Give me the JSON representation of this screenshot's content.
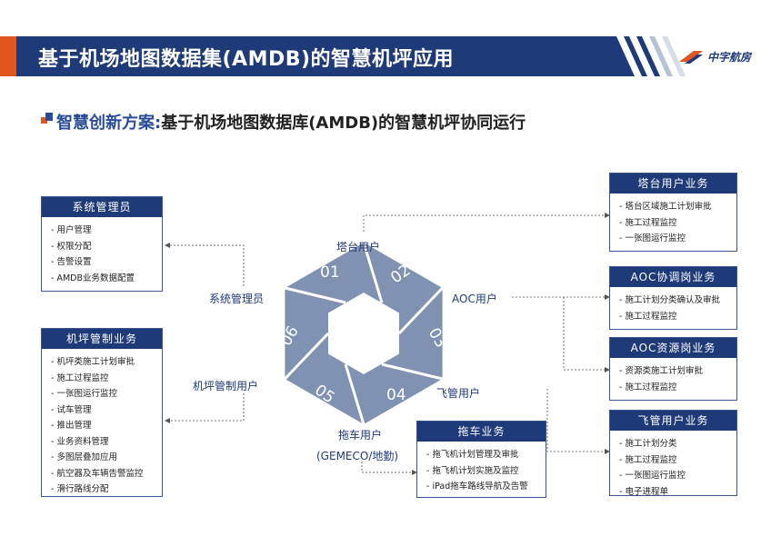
{
  "header": {
    "title": "基于机场地图数据集(AMDB)的智慧机坪应用",
    "logo": "中字航房"
  },
  "subtitle": {
    "highlight": "智慧创新方案:",
    "rest": "基于机场地图数据库(AMDB)的智慧机坪协同运行"
  },
  "hexagon": {
    "segments": [
      "01",
      "02",
      "03",
      "04",
      "05",
      "06"
    ]
  },
  "roles": {
    "tower": "塔台用户",
    "aoc": "AOC用户",
    "flight": "飞管用户",
    "tug": "拖车用户",
    "tug_sub": "(GEMECO/地勤)",
    "apron": "机坪管制用户",
    "admin": "系统管理员"
  },
  "panels": {
    "admin": {
      "title": "系统管理员",
      "items": [
        "用户管理",
        "权限分配",
        "告警设置",
        "AMDB业务数据配置"
      ]
    },
    "apron": {
      "title": "机坪管制业务",
      "items": [
        "机坪类施工计划审批",
        "施工过程监控",
        "一张图运行监控",
        "试车管理",
        "推出管理",
        "业务资料管理",
        "多图层叠加应用",
        "航空器及车辆告警监控",
        "滑行路线分配"
      ]
    },
    "tower": {
      "title": "塔台用户业务",
      "items": [
        "塔台区域施工计划审批",
        "施工过程监控",
        "一张图运行监控"
      ]
    },
    "aoc_coord": {
      "title": "AOC协调岗业务",
      "items": [
        "施工计划分类确认及审批",
        "施工过程监控"
      ]
    },
    "aoc_res": {
      "title": "AOC资源岗业务",
      "items": [
        "资源类施工计划审批",
        "施工过程监控"
      ]
    },
    "flight": {
      "title": "飞管用户业务",
      "items": [
        "施工计划分类",
        "施工过程监控",
        "一张图运行监控",
        "电子进程单"
      ]
    },
    "tug": {
      "title": "拖车业务",
      "items": [
        "拖飞机计划管理及审批",
        "拖飞机计划实施及监控",
        "iPad拖车路线导航及告警"
      ]
    }
  },
  "colors": {
    "primary": "#1f3a78",
    "accent": "#e0561f",
    "hexagon": "#7f92b2"
  }
}
